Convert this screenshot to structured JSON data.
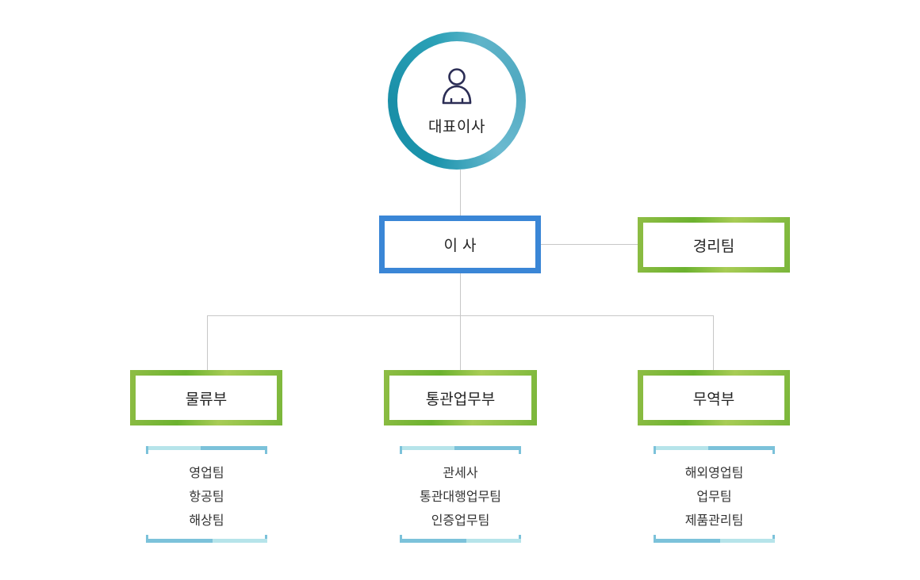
{
  "ceo": {
    "title": "대표이사",
    "icon": "person-icon"
  },
  "director": {
    "title": "이 사"
  },
  "side_team": {
    "title": "경리팀"
  },
  "departments": [
    {
      "title": "물류부",
      "teams": [
        "영업팀",
        "항공팀",
        "해상팀"
      ]
    },
    {
      "title": "통관업무부",
      "teams": [
        "관세사",
        "통관대행업무팀",
        "인증업무팀"
      ]
    },
    {
      "title": "무역부",
      "teams": [
        "해외영업팀",
        "업무팀",
        "제품관리팀"
      ]
    }
  ],
  "colors": {
    "ceo_ring": "#1a93ab",
    "director_border": "#3a86d6",
    "dept_border": "#7ab63a",
    "team_bar": "#7cc2da",
    "connector": "#c7c7c7"
  }
}
